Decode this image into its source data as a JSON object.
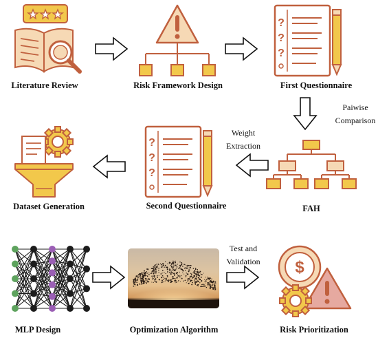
{
  "labels": {
    "literature_review": "Literature Review",
    "risk_framework_design": "Risk Framework Design",
    "first_questionnaire": "First Questionnaire",
    "dataset_generation": "Dataset Generation",
    "second_questionnaire": "Second Questionnaire",
    "fah": "FAH",
    "mlp_design": "MLP Design",
    "optimization_algorithm": "Optimization Algorithm",
    "risk_prioritization": "Risk Prioritization"
  },
  "annotations": {
    "pairwise_line1": "Paiwise",
    "pairwise_line2": "Comparison",
    "weight_line1": "Weight",
    "weight_line2": "Extraction",
    "test_line1": "Test and",
    "test_line2": "Validation"
  },
  "icons": {
    "literature_review": "open-book-magnifier-stars-icon",
    "risk_framework_design": "warning-hierarchy-icon",
    "first_questionnaire": "questionnaire-pencil-icon",
    "dataset_generation": "funnel-gear-icon",
    "second_questionnaire": "questionnaire-pencil-icon",
    "fah": "hierarchy-tree-icon",
    "mlp_design": "neural-network-icon",
    "optimization_algorithm": "bird-flock-photo",
    "risk_prioritization": "dollar-gear-warning-icon"
  },
  "colors": {
    "icon_outline": "#c0603e",
    "icon_fill_light": "#f6d9b5",
    "icon_yellow": "#f2c84b",
    "node_green": "#5ea35e",
    "node_purple": "#9b5fb5",
    "node_black": "#1c1c1c"
  }
}
